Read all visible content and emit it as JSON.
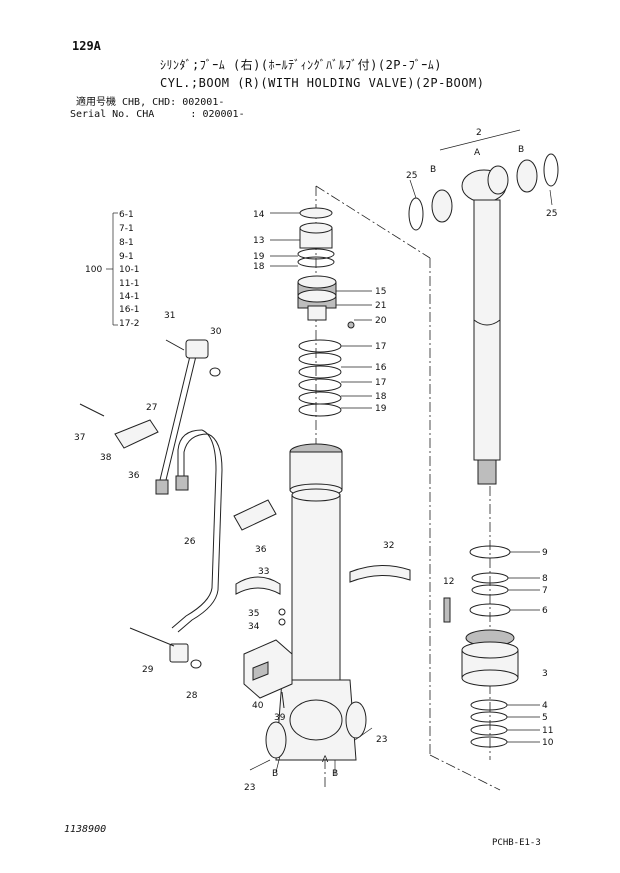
{
  "header": {
    "page_code": "129A",
    "title_jp": "ｼﾘﾝﾀﾞ;ﾌﾞｰﾑ (右)(ﾎｰﾙﾃﾞｨﾝｸﾞﾊﾞﾙﾌﾞ付)(2P-ﾌﾞｰﾑ)",
    "title_en": "CYL.;BOOM (R)(WITH HOLDING VALVE)(2P-BOOM)",
    "applicable_label": "適用号機 CHB, CHD: 002001-",
    "serial_label": "Serial No. CHA      : 020001-"
  },
  "kit": {
    "label": "100",
    "items": [
      "6-1",
      "7-1",
      "8-1",
      "9-1",
      "10-1",
      "11-1",
      "14-1",
      "16-1",
      "17-2"
    ]
  },
  "callouts": {
    "c1": "14",
    "c2": "13",
    "c3": "19",
    "c4": "18",
    "c5": "15",
    "c6": "21",
    "c7": "20",
    "c8": "17",
    "c9": "16",
    "c10": "17",
    "c11": "18",
    "c12": "19",
    "c13": "31",
    "c14": "30",
    "c15": "27",
    "c16": "37",
    "c17": "38",
    "c18": "36",
    "c19": "26",
    "c20": "36",
    "c21": "33",
    "c22": "32",
    "c23": "35",
    "c24": "34",
    "c25": "29",
    "c26": "28",
    "c27": "40",
    "c28": "39",
    "c29": "12",
    "c30": "23",
    "c31": "23",
    "c32": "B",
    "c33": "A",
    "c34": "B",
    "c35": "2",
    "c36": "A",
    "c37": "B",
    "c38": "B",
    "c39": "25",
    "c40": "25",
    "c41": "9",
    "c42": "8",
    "c43": "7",
    "c44": "6",
    "c45": "3",
    "c46": "4",
    "c47": "5",
    "c48": "11",
    "c49": "10"
  },
  "footer": {
    "drawing_no": "1138900",
    "sheet_ref": "PCHB-E1-3"
  }
}
